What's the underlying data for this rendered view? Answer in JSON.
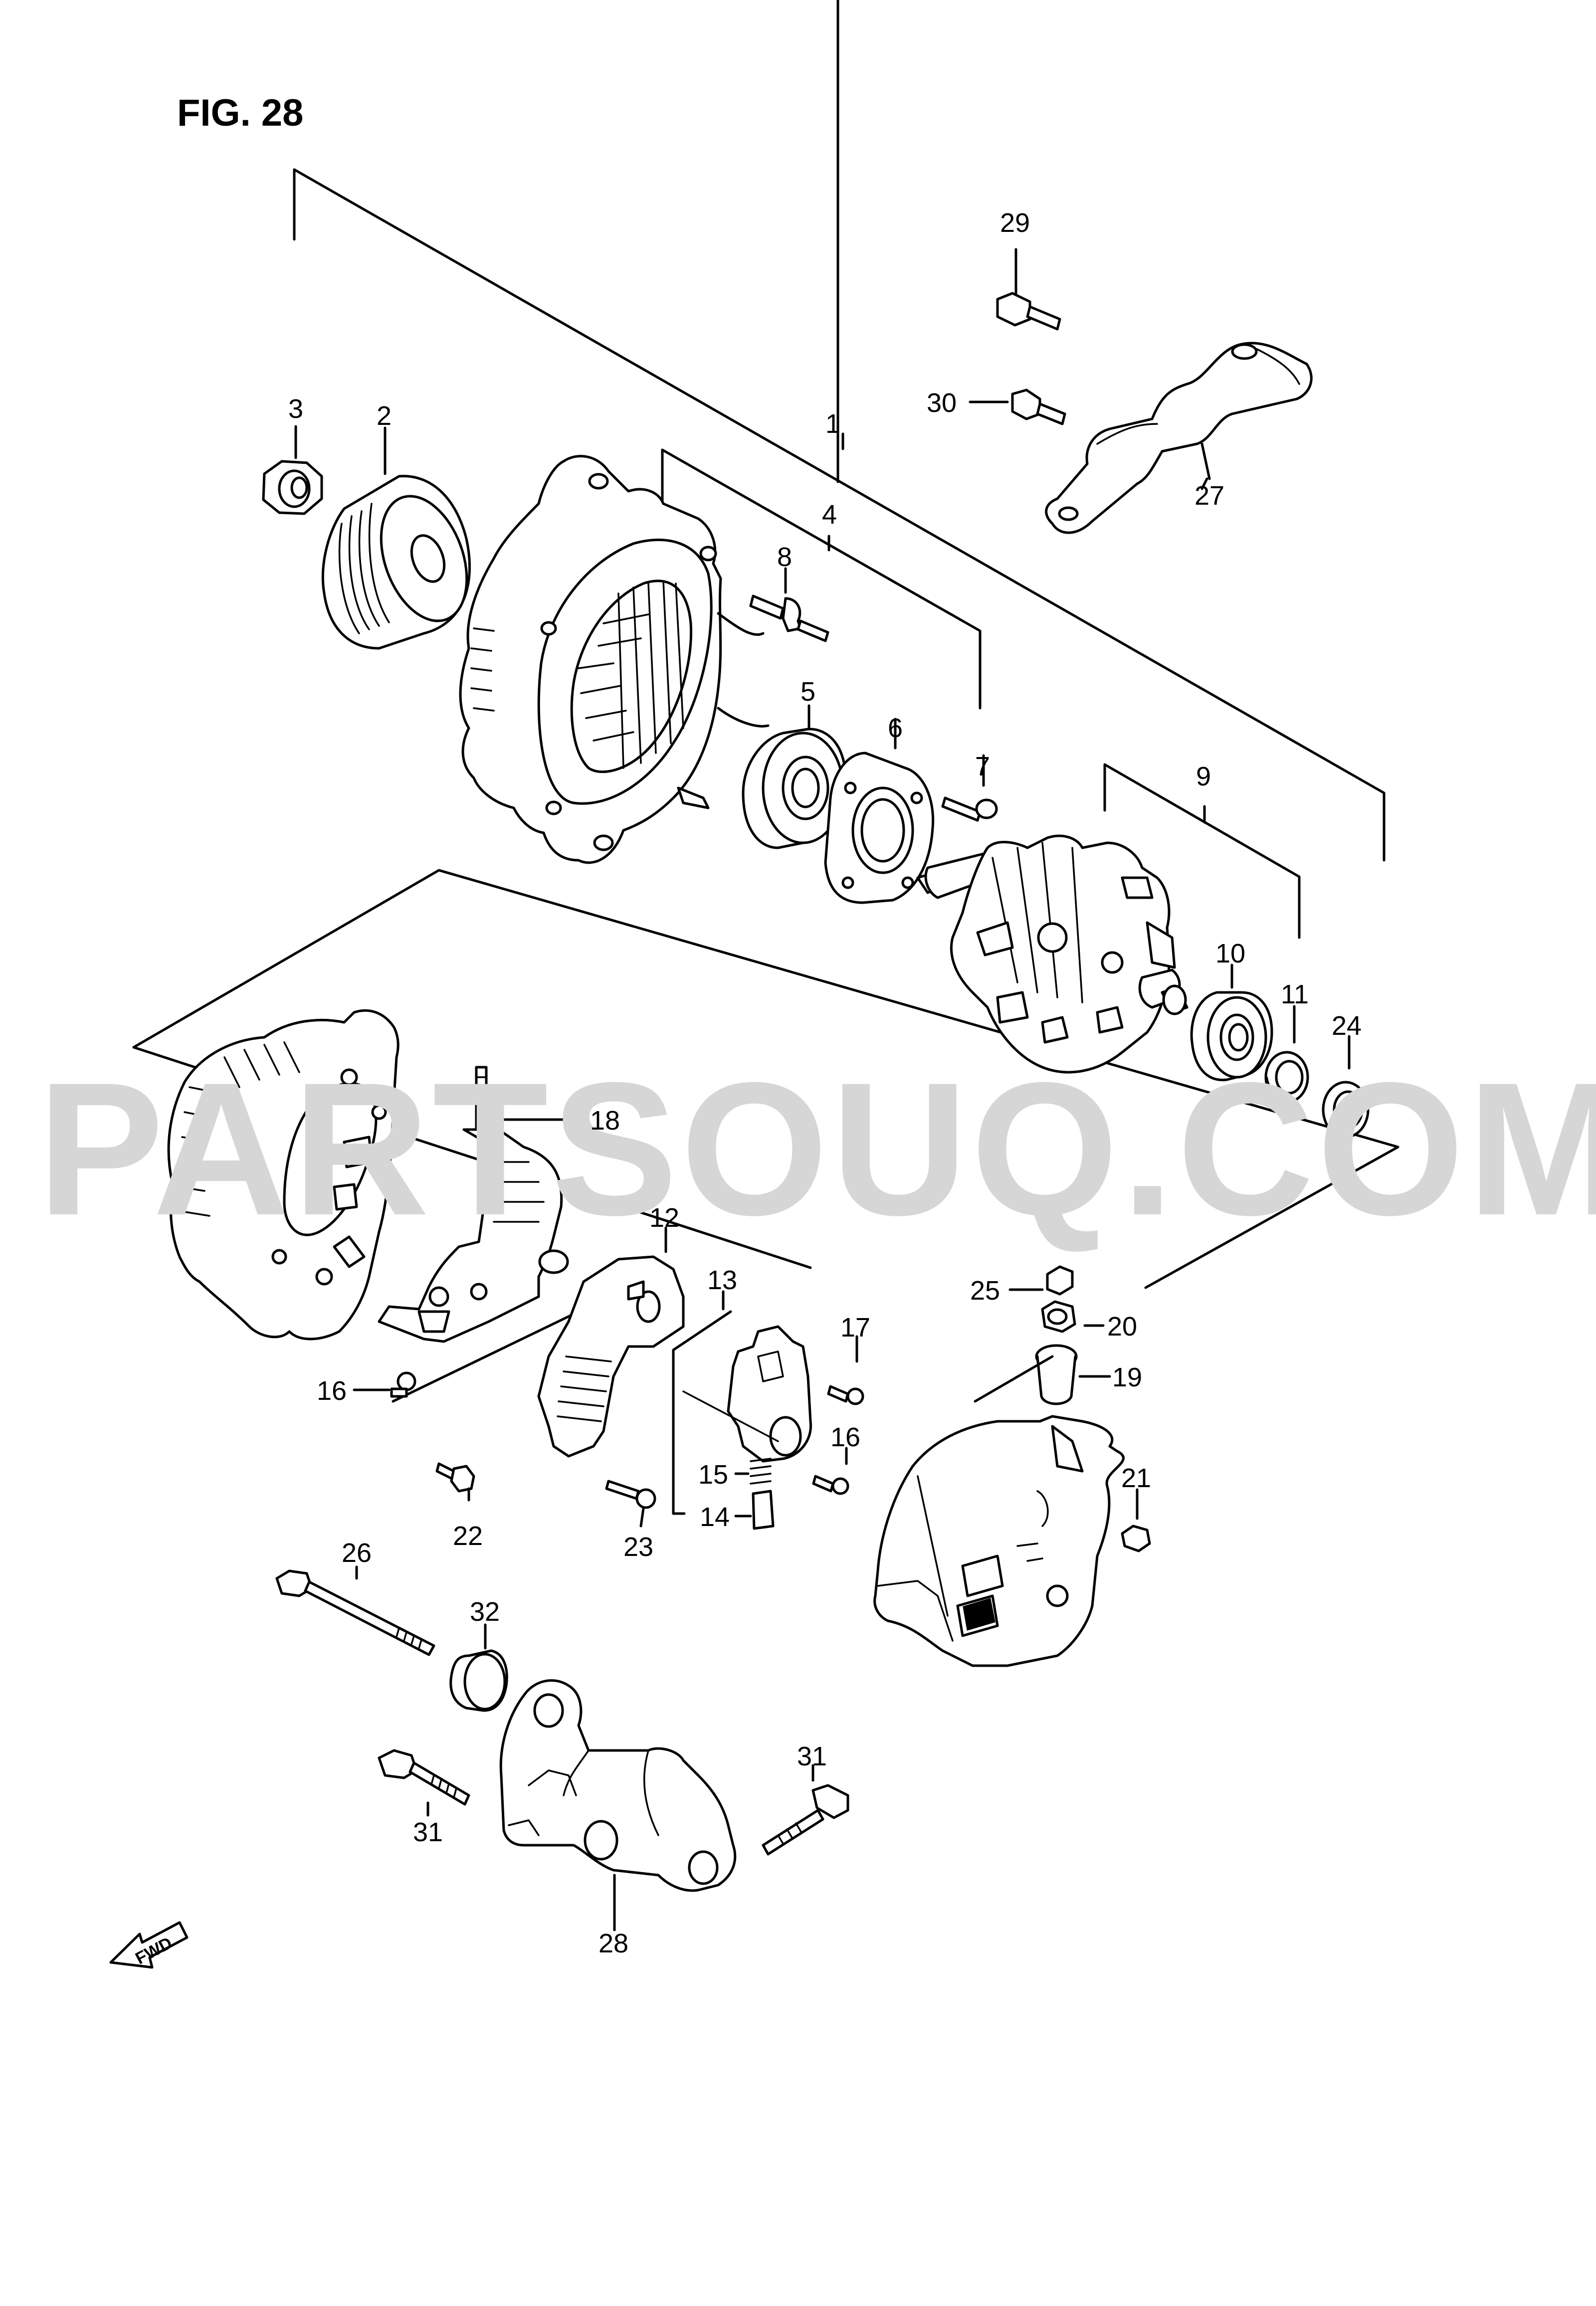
{
  "figure": {
    "title": "FIG. 28"
  },
  "watermark": {
    "text": "PARTSOUQ.COM"
  },
  "fwd_label": "FWD",
  "callouts": [
    {
      "id": "1",
      "text": "1"
    },
    {
      "id": "2",
      "text": "2"
    },
    {
      "id": "3",
      "text": "3"
    },
    {
      "id": "4",
      "text": "4"
    },
    {
      "id": "5",
      "text": "5"
    },
    {
      "id": "6",
      "text": "6"
    },
    {
      "id": "7",
      "text": "7"
    },
    {
      "id": "8",
      "text": "8"
    },
    {
      "id": "9",
      "text": "9"
    },
    {
      "id": "10",
      "text": "10"
    },
    {
      "id": "11",
      "text": "11"
    },
    {
      "id": "12",
      "text": "12"
    },
    {
      "id": "13",
      "text": "13"
    },
    {
      "id": "14",
      "text": "14"
    },
    {
      "id": "15",
      "text": "15"
    },
    {
      "id": "16a",
      "text": "16"
    },
    {
      "id": "16b",
      "text": "16"
    },
    {
      "id": "17",
      "text": "17"
    },
    {
      "id": "18",
      "text": "18"
    },
    {
      "id": "19",
      "text": "19"
    },
    {
      "id": "20",
      "text": "20"
    },
    {
      "id": "21",
      "text": "21"
    },
    {
      "id": "22",
      "text": "22"
    },
    {
      "id": "23",
      "text": "23"
    },
    {
      "id": "24",
      "text": "24"
    },
    {
      "id": "25",
      "text": "25"
    },
    {
      "id": "26",
      "text": "26"
    },
    {
      "id": "27",
      "text": "27"
    },
    {
      "id": "28",
      "text": "28"
    },
    {
      "id": "29",
      "text": "29"
    },
    {
      "id": "30",
      "text": "30"
    },
    {
      "id": "31a",
      "text": "31"
    },
    {
      "id": "31b",
      "text": "31"
    },
    {
      "id": "32",
      "text": "32"
    }
  ]
}
